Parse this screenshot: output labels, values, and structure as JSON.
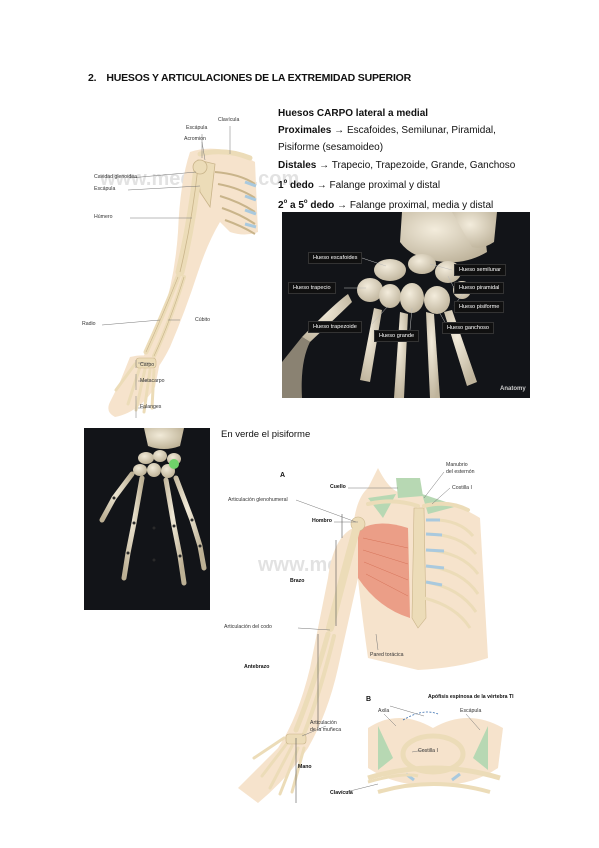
{
  "heading": {
    "number": "2.",
    "title": "HUESOS Y ARTICULACIONES DE LA EXTREMIDAD SUPERIOR"
  },
  "notes": {
    "carpo_title": "Huesos CARPO lateral a medial",
    "proximales_label": "Proximales",
    "proximales_text": "Escafoides, Semilunar, Piramidal,",
    "proximales_cont": "Pisiforme (sesamoideo)",
    "distales_label": "Distales",
    "distales_text": "Trapecio, Trapezoide, Grande, Ganchoso",
    "dedo1_num": "1",
    "dedo1_ord": "o",
    "dedo1_label": " dedo",
    "dedo1_text": "Falange proximal y distal",
    "dedo25_num_a": "2",
    "dedo25_ord_a": "o",
    "dedo25_mid": " a 5",
    "dedo25_ord_b": "o",
    "dedo25_label": " dedo",
    "dedo25_text": "Falange proximal, media y distal",
    "arrow": "→"
  },
  "caption": "En verde el pisiforme",
  "arm_figure": {
    "watermark": "www.medilibros.com",
    "labels": {
      "clavicula": "Clavícula",
      "escapula_top": "Escápula",
      "acromion": "Acromion",
      "cavidad": "Cavidad glenoidea",
      "escapula": "Escápula",
      "humero": "Húmero",
      "cubito": "Cúbito",
      "radio": "Radio",
      "carpo": "Carpo",
      "metacarpo": "Metacarpo",
      "falanges": "Falanges"
    }
  },
  "wrist_figure": {
    "brand": "Anatomy",
    "labels": {
      "escafoides": "Hueso escafoides",
      "semilunar": "Hueso semilunar",
      "trapecio": "Hueso trapecio",
      "piramidal": "Hueso piramidal",
      "pisiforme": "Hueso pisiforme",
      "trapezoide": "Hueso trapezoide",
      "grande": "Hueso grande",
      "ganchoso": "Hueso ganchoso"
    }
  },
  "body_figure": {
    "watermark": "www.medilibros.com",
    "panel_a": "A",
    "panel_b": "B",
    "labels": {
      "manubrio": "Manubrio",
      "esternon": "del esternón",
      "cuello": "Cuello",
      "costilla1": "Costilla I",
      "art_gleno": "Articulación glenohumeral",
      "hombro": "Hombro",
      "brazo": "Brazo",
      "art_codo": "Articulación del codo",
      "antebrazo": "Antebrazo",
      "pared": "Pared torácica",
      "apofisis": "Apófisis espinosa de la vértebra TI",
      "axila": "Axila",
      "escapula_b": "Escápula",
      "art_muneca_1": "Articulación",
      "art_muneca_2": "de la muñeca",
      "costilla1_b": "Costilla I",
      "mano": "Mano",
      "clavicula_b": "Clavícula"
    }
  },
  "colors": {
    "bone": "#ecdcb8",
    "bone_dark": "#c9b48a",
    "skin": "#f6e3cc",
    "cartilage": "#a9c9de",
    "pisiform": "#6fd36a",
    "muscle": "#e9927a",
    "green_area": "#b7d8b3"
  }
}
